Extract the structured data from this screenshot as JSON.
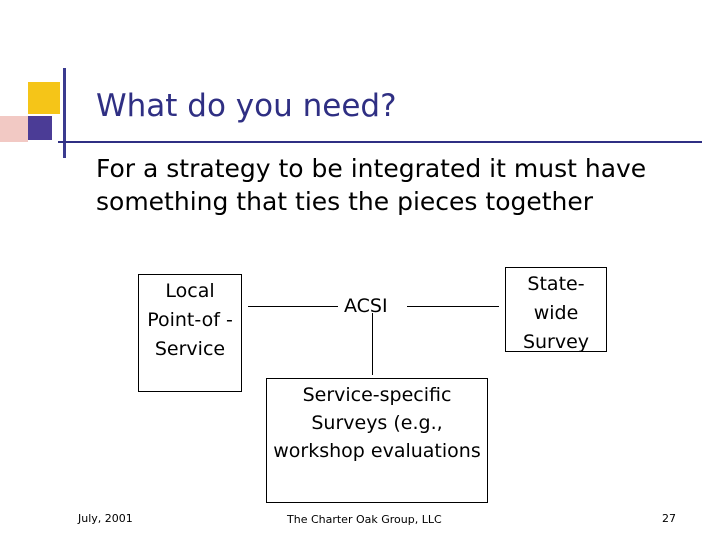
{
  "slide": {
    "title": "What do you need?",
    "body": "For a strategy to be integrated it must have something that ties the pieces together",
    "accent_color": "#2F2F83",
    "deco_yellow": "#F5C518",
    "deco_purple": "#4B3C96",
    "deco_pink": "#F2C9C4"
  },
  "diagram": {
    "local_box": "Local Point-of - Service",
    "acsi_label": "ACSI",
    "statewide_box": "State- wide Survey",
    "service_specific_box": "Service-specific Surveys (e.g., workshop evaluations"
  },
  "footer": {
    "date": "July, 2001",
    "center": "The Charter Oak Group, LLC",
    "page": "27"
  }
}
